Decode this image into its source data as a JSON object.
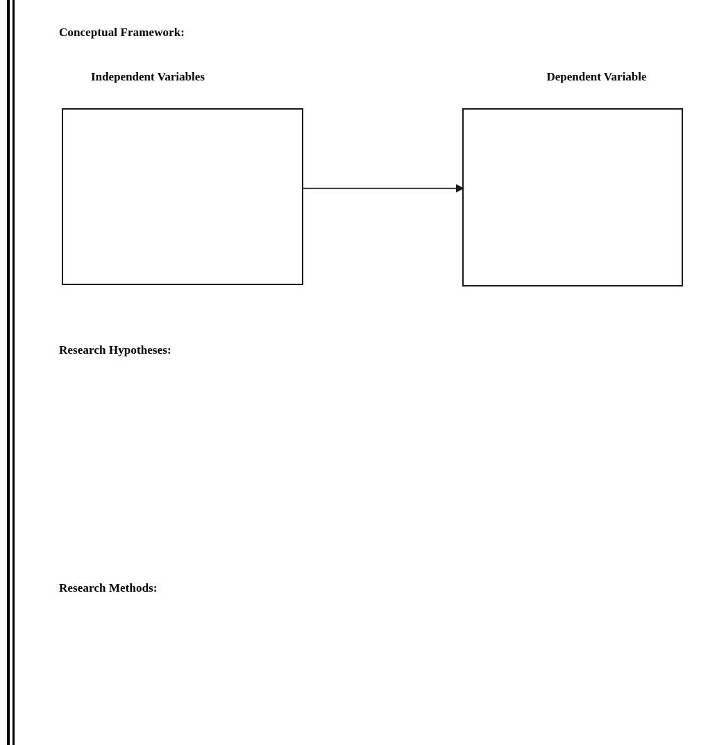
{
  "document": {
    "sections": [
      {
        "id": "conceptual-framework",
        "title": "Conceptual Framework:"
      },
      {
        "id": "research-hypotheses",
        "title": "Research Hypotheses:"
      },
      {
        "id": "research-methods",
        "title": "Research Methods:"
      }
    ],
    "framework": {
      "independent": {
        "heading": "Independent Variables",
        "box_content": ""
      },
      "dependent": {
        "heading": "Dependent Variable",
        "box_content": ""
      },
      "relation": {
        "icon": "arrow-right-icon",
        "direction": "independent-to-dependent"
      }
    },
    "answers": {
      "research_hypotheses": "",
      "research_methods": ""
    }
  },
  "colors": {
    "page_background": "#ffffff",
    "text": "#000000",
    "box_border": "#1a1a1a",
    "arrow": "#1a1a1a",
    "margin_rule": "#000000"
  }
}
